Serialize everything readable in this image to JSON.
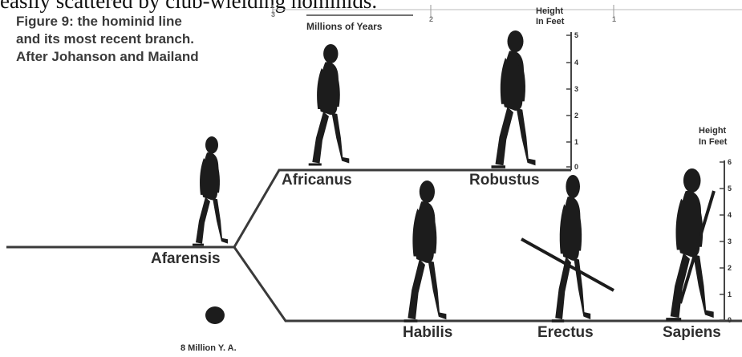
{
  "clipped_header": "easily scattered by club-wielding hominids.",
  "caption": {
    "line1": "Figure 9: the hominid line",
    "line2": "and its most recent branch.",
    "line3": "After Johanson and Mailand"
  },
  "timeline": {
    "label": "Millions of Years",
    "ticks": [
      "3",
      "2",
      "1"
    ]
  },
  "scales": {
    "upper": {
      "label_line1": "Height",
      "label_line2": "In Feet",
      "ticks": [
        "5",
        "4",
        "3",
        "2",
        "1",
        "0"
      ]
    },
    "lower": {
      "label_line1": "Height",
      "label_line2": "In Feet",
      "ticks": [
        "6",
        "5",
        "4",
        "3",
        "2",
        "1",
        "0"
      ]
    }
  },
  "species": {
    "africanus": "Africanus",
    "robustus": "Robustus",
    "afarensis": "Afarensis",
    "habilis": "Habilis",
    "erectus": "Erectus",
    "sapiens": "Sapiens"
  },
  "origin_label": "8 Million Y. A.",
  "colors": {
    "figure": "#1c1c1c",
    "line": "#3a3a3a",
    "text": "#2e2e2e"
  }
}
